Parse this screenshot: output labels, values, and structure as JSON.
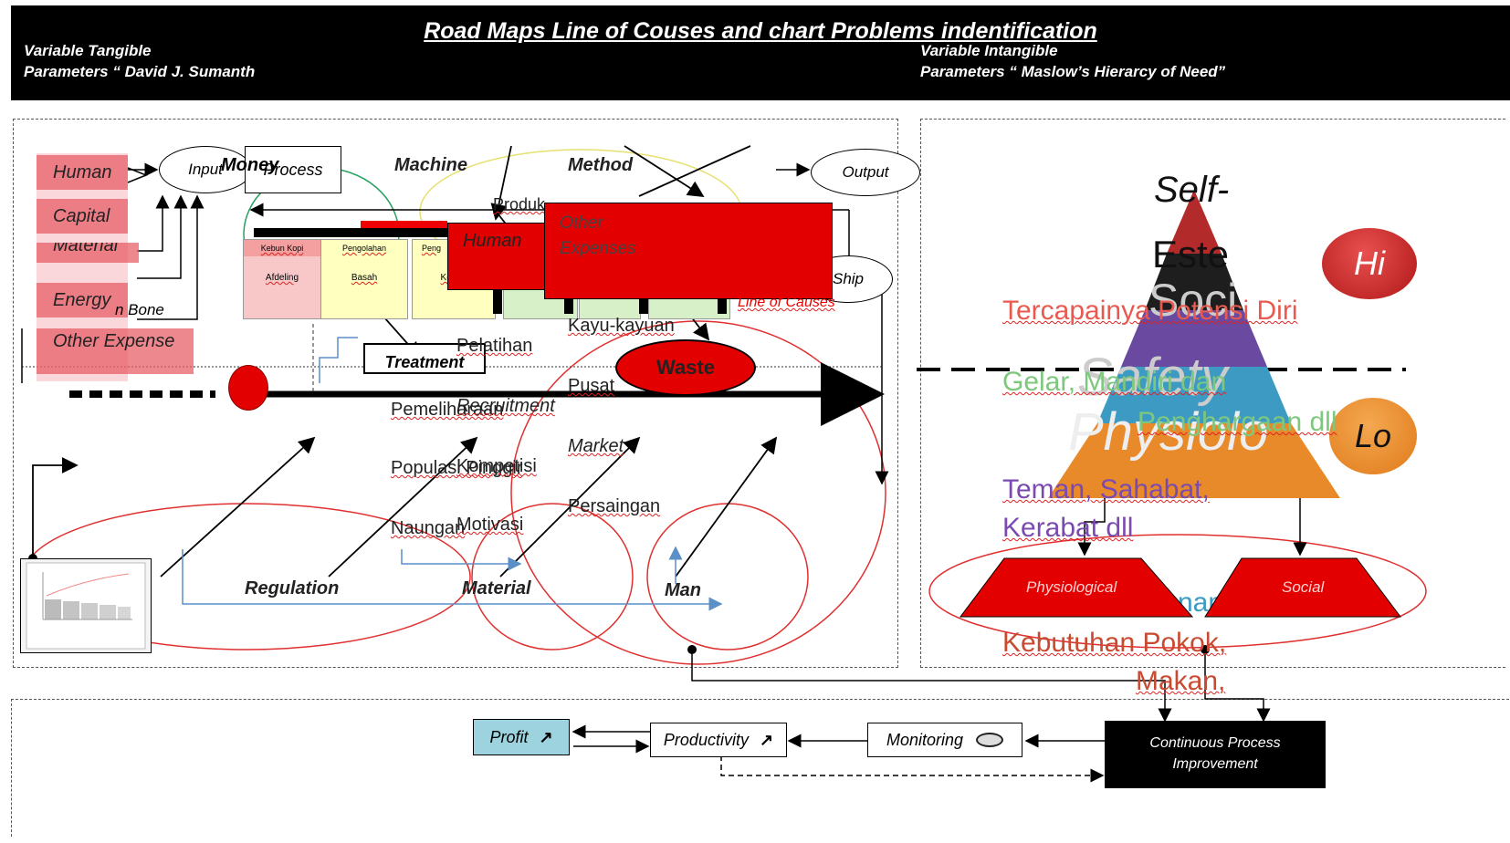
{
  "header": {
    "title": "Road Maps Line of Couses and chart Problems  indentification",
    "left_line1": "Variable Tangible",
    "left_line2": "Parameters “ David J. Sumanth",
    "right_line1": "Variable Intangible",
    "right_line2": "Parameters “ Maslow’s Hierarcy of Need”"
  },
  "inputs": [
    "Human",
    "Capital",
    "Material",
    "Energy",
    "Other Expense"
  ],
  "fishbone_label": "n Bone",
  "flow": {
    "input": "Input",
    "money": "Money",
    "process": "Process",
    "output": "Output",
    "ship": "Ship",
    "produk": "Produk"
  },
  "categories_top": {
    "machine": "Machine",
    "method": "Method"
  },
  "categories_bottom": {
    "regulation": "Regulation",
    "material": "Material",
    "man": "Man"
  },
  "process_steps": {
    "kebun": "Kebun Kopi",
    "pengolahan": "Pengolahan",
    "peng": "Peng",
    "afdeling": "Afdeling",
    "basah": "Basah",
    "kering": "Kering"
  },
  "red_boxes": {
    "human": "Human",
    "other_expenses": "Other Expenses"
  },
  "line_of_causes": "Line of Causes",
  "waste": "Waste",
  "treatment": "Treatment",
  "causes": [
    "Kayu-kayuan",
    "Pelatihan",
    "Pusat",
    "Pemeliharaan",
    "Recruitment",
    "Market",
    "Populasi Pinggir",
    "Kompetisi",
    "Persaingan",
    "Naungan",
    "Motivasi"
  ],
  "maslow": {
    "self": "Self-",
    "esteem": "Este",
    "social": "Soci",
    "safety": "Safety",
    "physio": "Physiolo",
    "hi": "Hi",
    "lo": "Lo",
    "t1": "Tercapainya Potensi Diri",
    "t2": "Gelar, Mandiri dan",
    "t3": "Penghargaan dll",
    "t4": "Teman, Sahabat,",
    "t5": "Kerabat dll",
    "t6": "nan",
    "t7": "Kebutuhan Pokok,",
    "t8": "Makan,",
    "physiological": "Physiological",
    "social_box": "Social"
  },
  "bottom": {
    "profit": "Profit",
    "productivity": "Productivity",
    "monitoring": "Monitoring",
    "cpi_line1": "Continuous Process",
    "cpi_line2": "Improvement"
  },
  "colors": {
    "red": "#e30000",
    "pink": "#e85a64",
    "profit_bg": "#9dd3de",
    "yellow_step": "#ffffc0",
    "green_step": "#d8f0c8"
  }
}
